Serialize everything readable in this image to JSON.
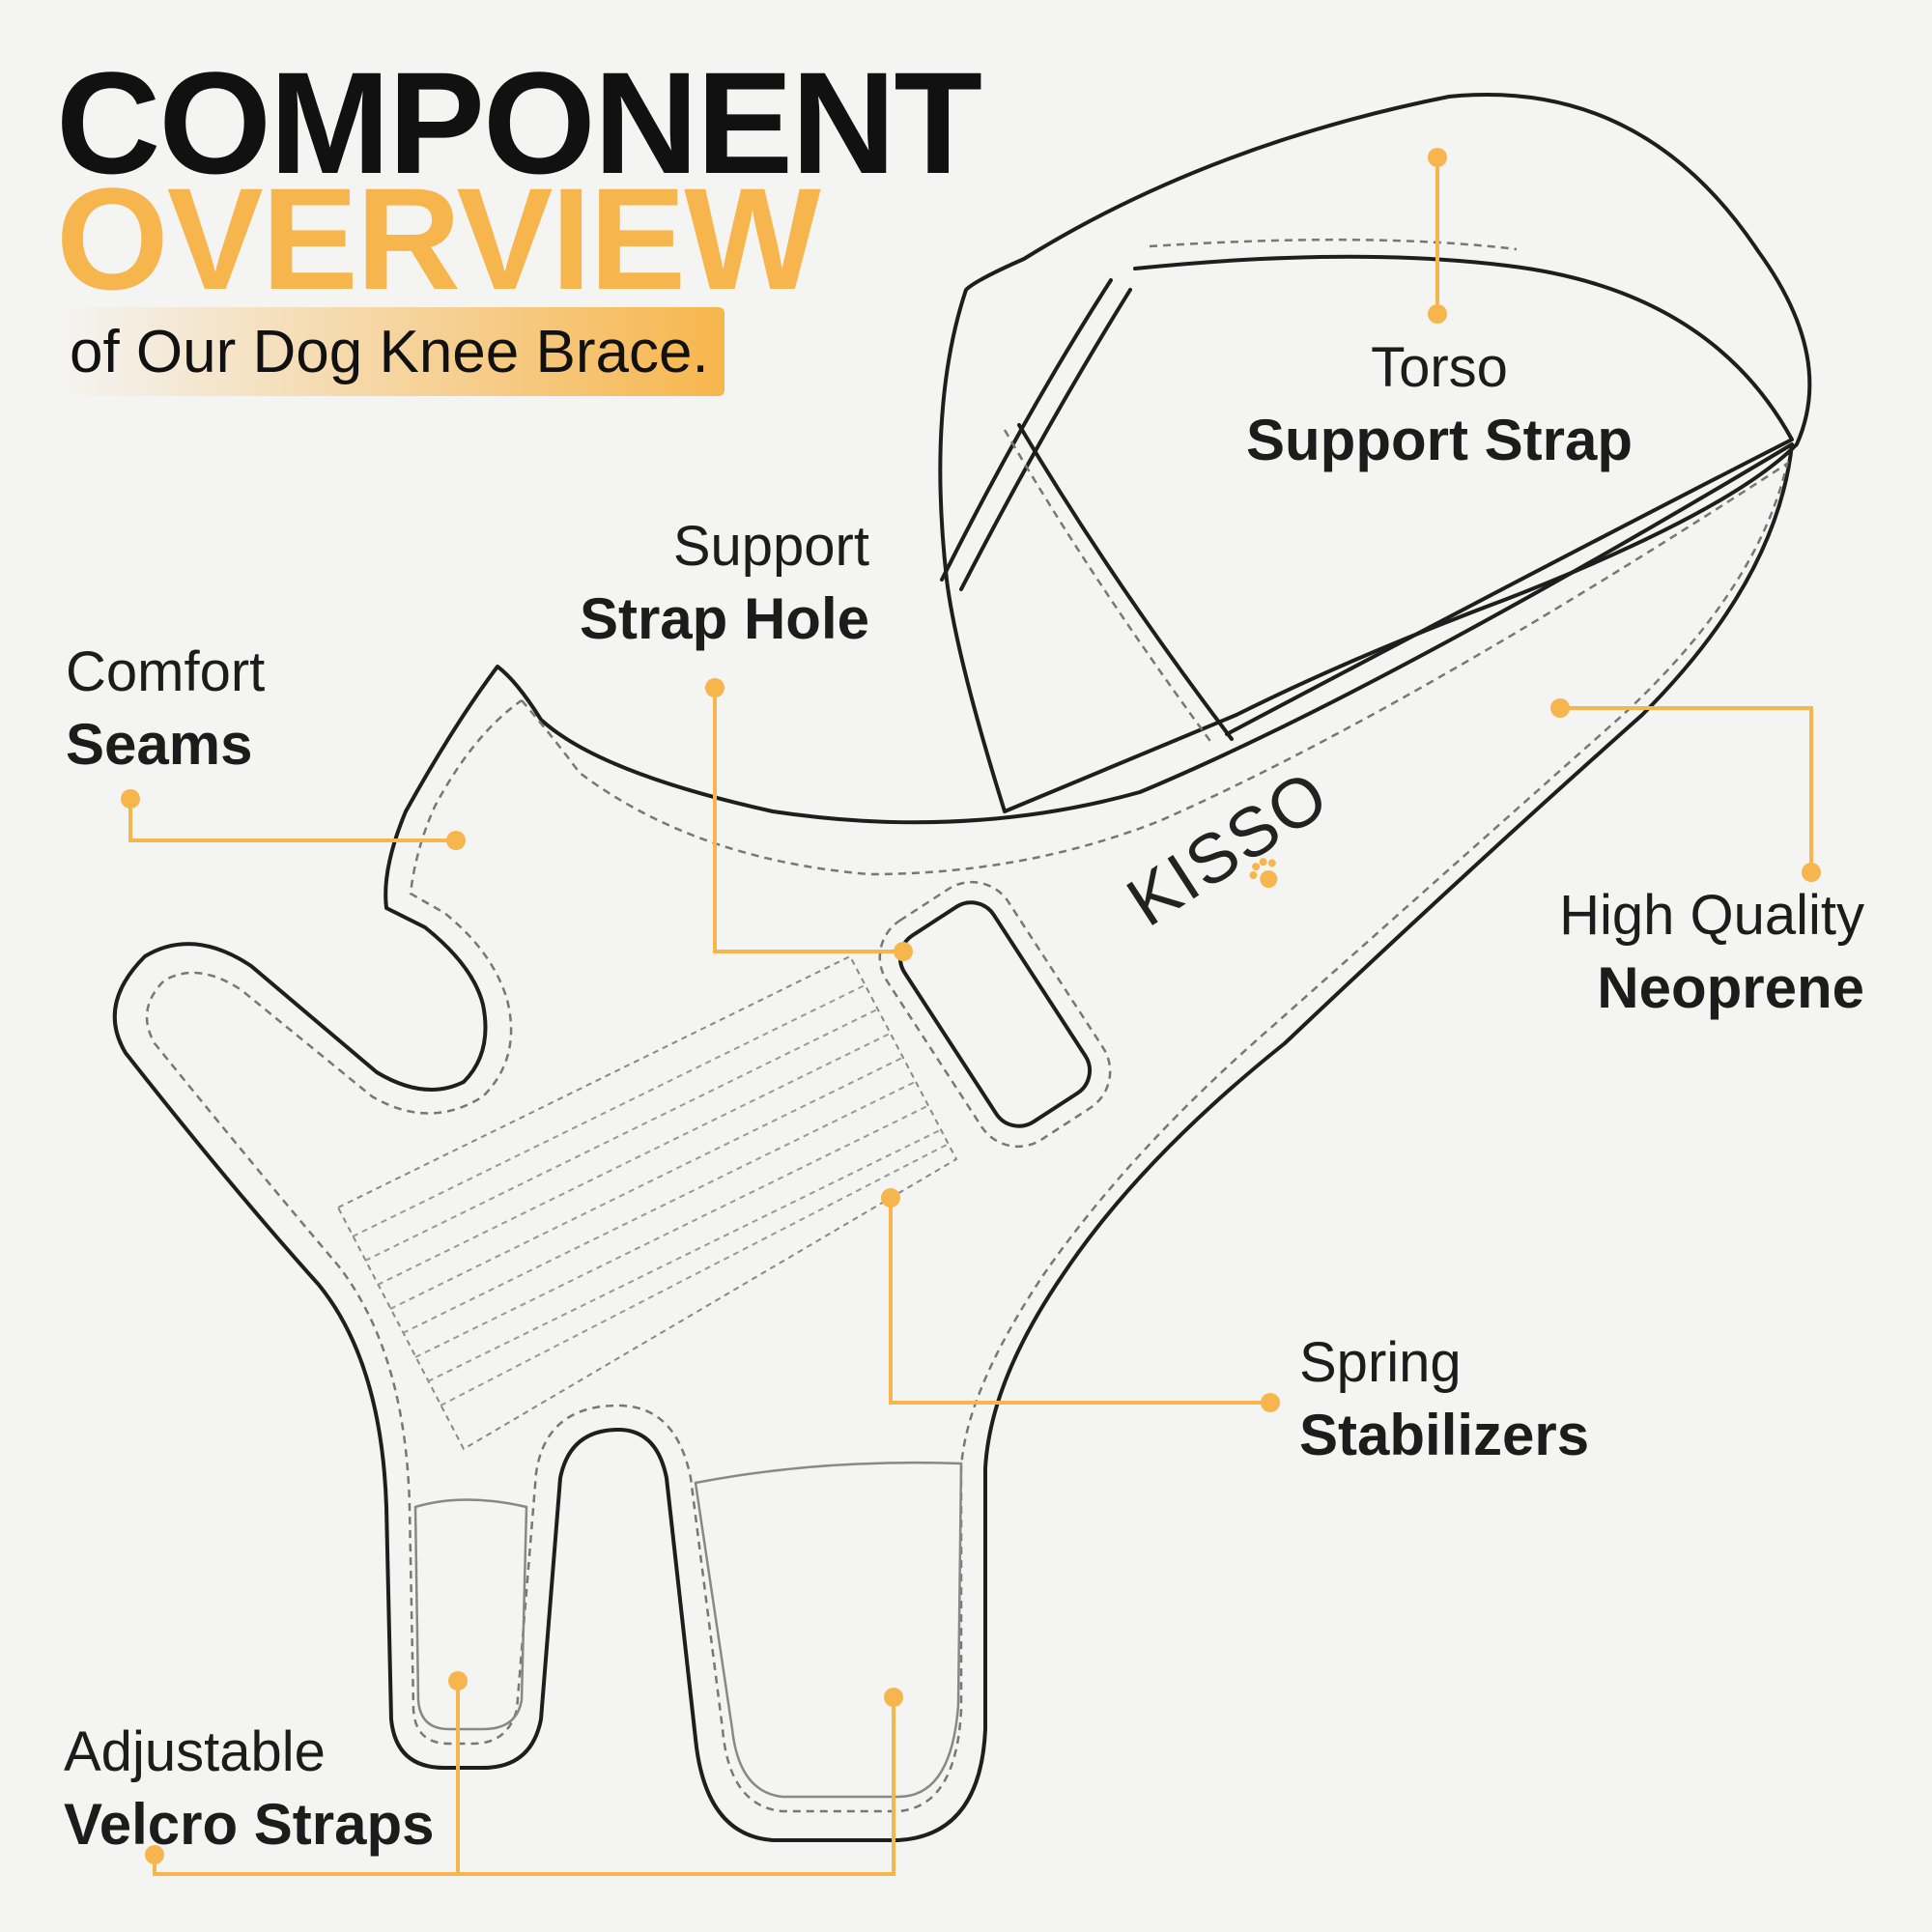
{
  "title": {
    "line1": "COMPONENT",
    "line2": "OVERVIEW",
    "subtitle": "of Our Dog Knee Brace."
  },
  "brand": "KISSO",
  "labels": {
    "torso": {
      "light": "Torso",
      "bold": "Support Strap"
    },
    "hole": {
      "light": "Support",
      "bold": "Strap Hole"
    },
    "seams": {
      "light": "Comfort",
      "bold": "Seams"
    },
    "neoprene": {
      "light": "High Quality",
      "bold": "Neoprene"
    },
    "spring": {
      "light": "Spring",
      "bold": "Stabilizers"
    },
    "velcro": {
      "light": "Adjustable",
      "bold": "Velcro Straps"
    }
  },
  "colors": {
    "accent": "#f7b64d",
    "outline": "#1e1e1e",
    "background": "#f4f4f3"
  }
}
